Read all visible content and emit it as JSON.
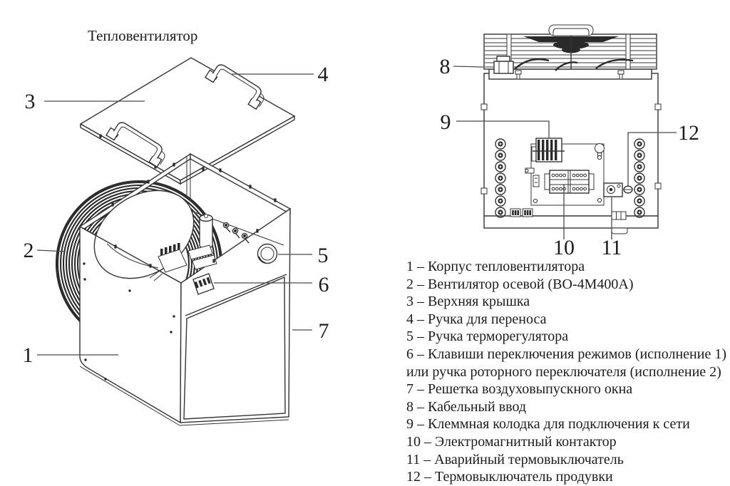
{
  "figure_left": {
    "title": "Тепловентилятор",
    "callouts": {
      "c1": "1",
      "c2": "2",
      "c3": "3",
      "c4": "4",
      "c5": "5",
      "c6": "6",
      "c7": "7"
    }
  },
  "figure_right": {
    "callouts": {
      "c8": "8",
      "c9": "9",
      "c10": "10",
      "c11": "11",
      "c12": "12"
    }
  },
  "legend": {
    "items": [
      "1 – Корпус тепловентилятора",
      "2 – Вентилятор осевой (ВО-4М400А)",
      "3 – Верхняя крышка",
      "4 – Ручка для переноса",
      "5 – Ручка терморегулятора",
      "6 – Клавиши переключения режимов (исполнение 1)",
      "или ручка роторного переключателя (исполнение 2)",
      "7 – Решетка воздуховыпускного окна",
      "8 – Кабельный ввод",
      "9 – Клеммная колодка для подключения к сети",
      "10 – Электромагнитный контактор",
      "11 – Аварийный термовыключатель",
      "12 – Термовыключатель продувки"
    ]
  },
  "colors": {
    "background": "#ffffff",
    "line": "#343434",
    "dark": "#2a2a2a",
    "leader": "#4a4a4a",
    "text": "#1c1c1c"
  }
}
